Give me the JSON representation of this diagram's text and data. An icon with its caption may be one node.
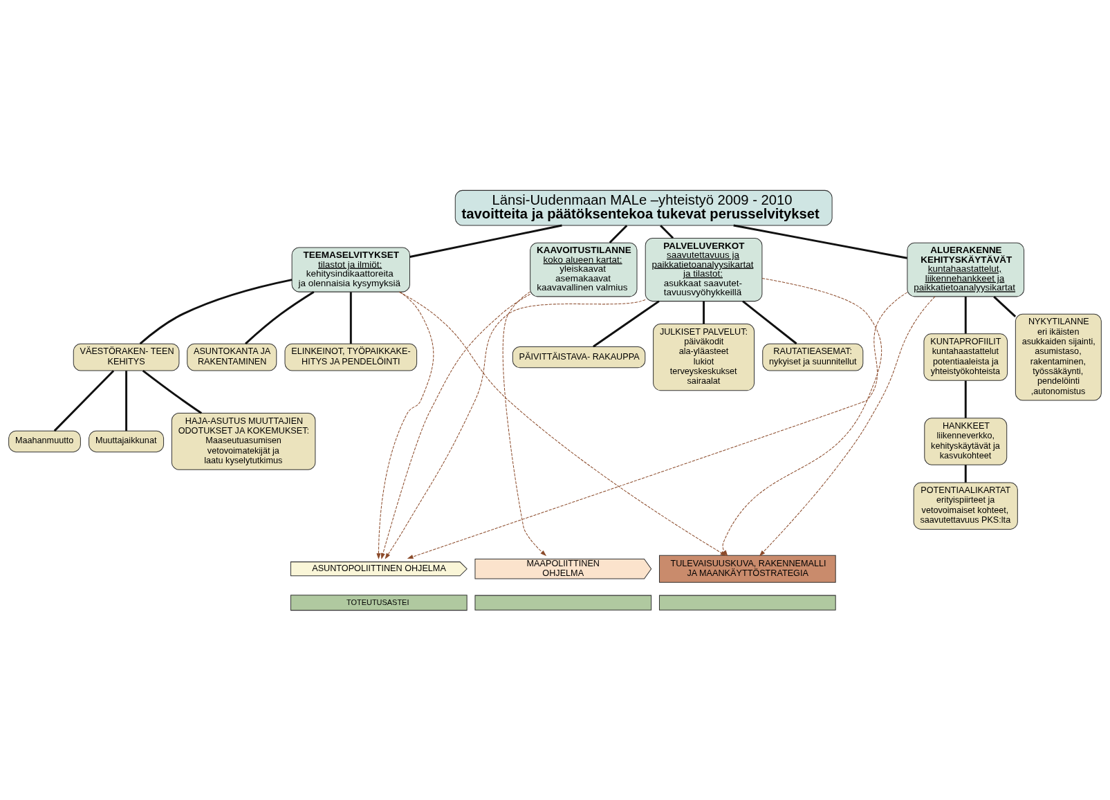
{
  "diagram": {
    "nodes": [
      {
        "text": [
          "Länsi-Uudenmaan MALe –yhteistyö 2009 - 2010",
          "tavoitteita ja päätöksentekoa tukevat perusselvitykset"
        ]
      },
      {
        "text": [
          "TEEMASELVITYKSET",
          "tilastot ja ilmiöt:",
          "kehitysindikaattoreita ja olennaisia kysymyksiä"
        ]
      },
      {
        "text": [
          "KAAVOITUSTILANNE",
          "koko alueen kartat:",
          "yleiskaavat",
          "asemakaavat",
          "kaavavallinen valmius"
        ]
      },
      {
        "text": [
          "PALVELUVERKOT",
          "saavutettavuus ja paikkatietoanalyysikartat ja tilastot:",
          "asukkaat saavutet- tavuusvyöhykkeillä"
        ]
      },
      {
        "text": [
          "ALUERAKENNE KEHITYSKÄYTÄVÄT",
          "kuntahaastattelut, liikennehankkeet ja paikkatietoanalyysikartat"
        ]
      },
      {
        "text": [
          "VÄESTÖRAKEN- TEEN KEHITYS"
        ]
      },
      {
        "text": [
          "Maahanmuutto"
        ]
      },
      {
        "text": [
          "Muuttajaikkunat"
        ]
      },
      {
        "text": [
          "HAJA-ASUTUS MUUTTAJIEN ODOTUKSET JA KOKEMUKSET:",
          "Maaseutuasumisen vetovoimatekijät ja laatu kyselytutkimus"
        ]
      },
      {
        "text": [
          "ASUNTOKANTA JA RAKENTAMINEN"
        ]
      },
      {
        "text": [
          "ELINKEINOT, TYÖPAIKKAKE- HITYS JA PENDELÖINTI"
        ]
      },
      {
        "text": [
          "PÄIVITTÄISTAVA- RAKAUPPA"
        ]
      },
      {
        "text": [
          "JULKISET PALVELUT:",
          "päiväkodit",
          "ala-yläasteet",
          "lukiot",
          "terveyskeskukset",
          "sairaalat"
        ]
      },
      {
        "text": [
          "RAUTATIEASEMAT:",
          "nykyiset ja suunnitellut"
        ]
      },
      {
        "text": [
          "KUNTAPROFIILIT",
          "kuntahaastattelut potentiaaleista ja yhteistyökohteista"
        ]
      },
      {
        "text": [
          "NYKYTILANNE",
          "eri ikäisten asukkaiden sijainti, asumistaso, rakentaminen, työssäkäynti, pendelöinti ,autonomistus"
        ]
      },
      {
        "text": [
          "HANKKEET",
          "liikenneverkko, kehityskäytävät ja kasvukohteet"
        ]
      },
      {
        "text": [
          "POTENTIAALIKARTAT",
          "erityispiirteet ja vetovoimaiset kohteet, saavutettavuus PKS:lta"
        ]
      },
      {
        "text": [
          "ASUNTOPOLIITTINEN OHJELMA"
        ]
      },
      {
        "text": [
          "MAAPOLIITTINEN OHJELMA"
        ]
      },
      {
        "text": [
          "TULEVAISUUSKUVA, RAKENNEMALLI JA MAANKÄYTTÖSTRATEGIA"
        ]
      },
      {
        "text": [
          "TOTEUTUSASTEI"
        ]
      },
      {
        "text": [],
        "shape": "bar"
      },
      {
        "text": [],
        "shape": "bar"
      }
    ],
    "edges": [
      {
        "from": 0,
        "to": 1,
        "arrow": "none"
      },
      {
        "from": 0,
        "to": 2,
        "arrow": "none"
      },
      {
        "from": 0,
        "to": 3,
        "arrow": "none"
      },
      {
        "from": 0,
        "to": 4,
        "arrow": "none"
      },
      {
        "from": 1,
        "to": 5,
        "arrow": "none"
      },
      {
        "from": 5,
        "to": 6,
        "arrow": "none"
      },
      {
        "from": 5,
        "to": 7,
        "arrow": "none"
      },
      {
        "from": 5,
        "to": 8,
        "arrow": "none"
      },
      {
        "from": 1,
        "to": 9,
        "arrow": "none"
      },
      {
        "from": 1,
        "to": 10,
        "arrow": "none"
      },
      {
        "from": 3,
        "to": 11,
        "arrow": "none"
      },
      {
        "from": 3,
        "to": 12,
        "arrow": "none"
      },
      {
        "from": 3,
        "to": 13,
        "arrow": "none"
      },
      {
        "from": 4,
        "to": 14,
        "arrow": "none"
      },
      {
        "from": 4,
        "to": 15,
        "arrow": "none"
      },
      {
        "from": 14,
        "to": 16,
        "arrow": "none"
      },
      {
        "from": 16,
        "to": 17,
        "arrow": "none"
      },
      {
        "from": 1,
        "to": 18,
        "arrow": "to",
        "style": "dashed",
        "color": "#8b4a2a"
      },
      {
        "from": 1,
        "to": 20,
        "arrow": "to",
        "style": "dashed",
        "color": "#8b4a2a"
      },
      {
        "from": 2,
        "to": 18,
        "arrow": "to",
        "style": "dashed",
        "color": "#8b4a2a"
      },
      {
        "from": 2,
        "to": 19,
        "arrow": "to",
        "style": "dashed",
        "color": "#8b4a2a"
      },
      {
        "from": 3,
        "to": 18,
        "arrow": "to",
        "style": "dashed",
        "color": "#8b4a2a"
      },
      {
        "from": 3,
        "to": 20,
        "arrow": "to",
        "style": "dashed",
        "color": "#8b4a2a"
      },
      {
        "from": 4,
        "to": 18,
        "arrow": "to",
        "style": "dashed",
        "color": "#8b4a2a"
      },
      {
        "from": 4,
        "to": 20,
        "arrow": "to",
        "style": "dashed",
        "color": "#8b4a2a"
      }
    ]
  }
}
